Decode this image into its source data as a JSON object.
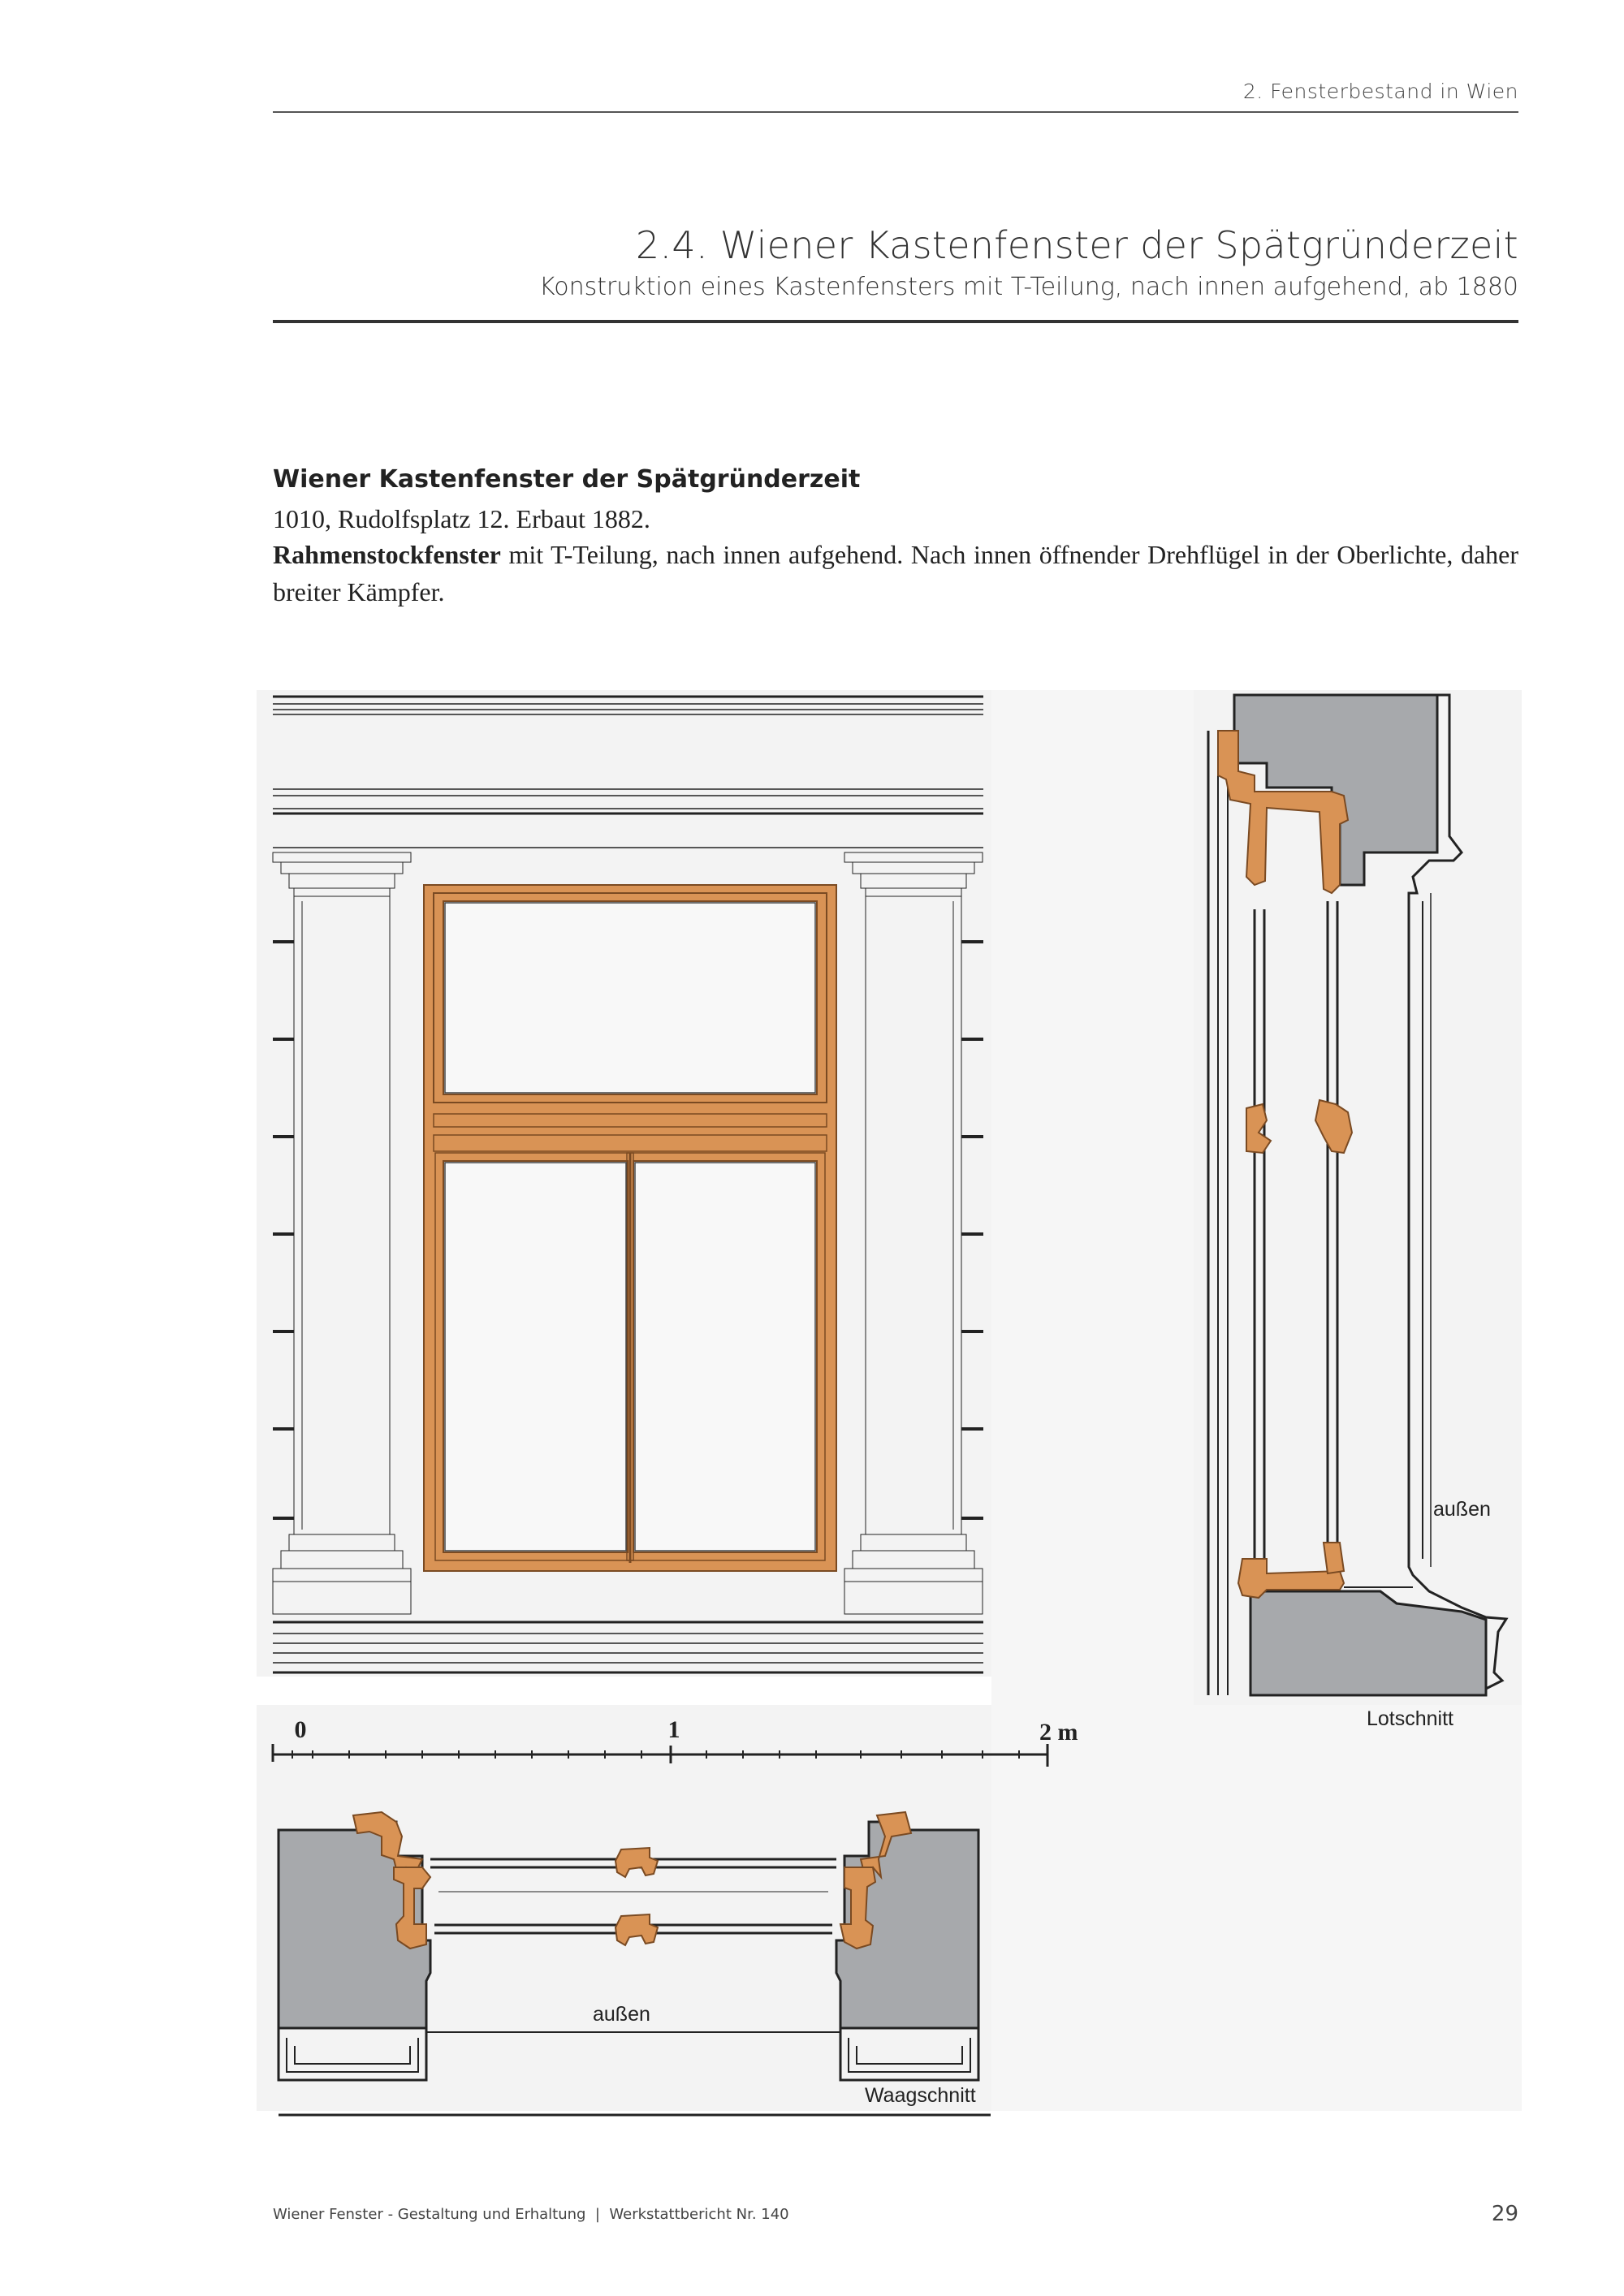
{
  "header": {
    "running_title": "2. Fensterbestand in Wien"
  },
  "section": {
    "title": "2.4. Wiener Kastenfenster der Spätgründerzeit",
    "subtitle": "Konstruktion eines Kastenfensters mit T-Teilung, nach innen aufgehend, ab 1880"
  },
  "entry": {
    "heading": "Wiener Kastenfenster der Spätgründerzeit",
    "location": "1010, Rudolfsplatz 12. Erbaut 1882.",
    "type_bold": "Rahmenstockfenster",
    "description": " mit T-Teilung, nach innen aufgehend. Nach innen öffnender Drehflügel in der Oberlichte, daher breiter Kämpfer."
  },
  "figure": {
    "label_aussen_section": "außen",
    "label_lotschnitt": "Lotschnitt",
    "label_aussen_plan": "außen",
    "label_waagschnitt": "Waagschnitt",
    "scale_0": "0",
    "scale_1": "1",
    "scale_2": "2 m",
    "colors": {
      "frame": "#d99355",
      "frame_stroke": "#8a5a2b",
      "wall": "#a7a9ac",
      "background": "#f2f2f2"
    }
  },
  "footer": {
    "left": "Wiener Fenster - Gestaltung und Erhaltung  |  Werkstattbericht Nr. 140",
    "page_number": "29"
  }
}
